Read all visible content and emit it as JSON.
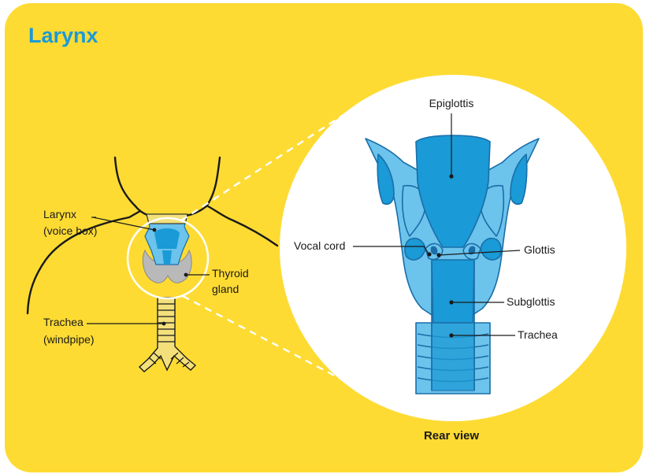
{
  "title": "Larynx",
  "view_caption": "Rear view",
  "left_labels": {
    "larynx_line1": "Larynx",
    "larynx_line2": "(voice box)",
    "thyroid_line1": "Thyroid",
    "thyroid_line2": "gland",
    "trachea_line1": "Trachea",
    "trachea_line2": "(windpipe)"
  },
  "detail_labels": {
    "epiglottis": "Epiglottis",
    "vocal_cord": "Vocal cord",
    "glottis": "Glottis",
    "subglottis": "Subglottis",
    "trachea": "Trachea"
  },
  "colors": {
    "background": "#fedb33",
    "title": "#1a9ad6",
    "organ_light": "#6cc3ec",
    "organ_dark": "#1a9ad6",
    "thyroid": "#b9b9b9",
    "trachea_rings": "#f3e07a"
  }
}
